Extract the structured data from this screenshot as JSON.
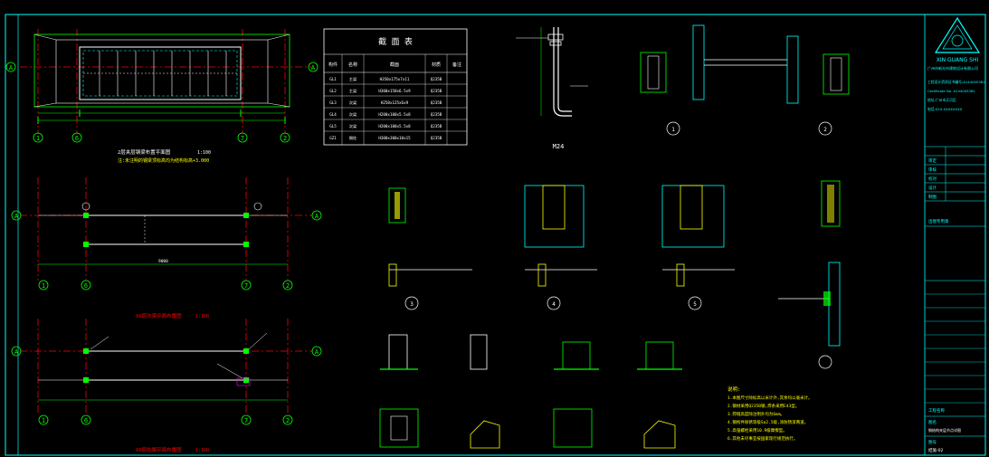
{
  "drawing": {
    "axis_labels": {
      "row_a": "A",
      "col_1": "1",
      "col_6": "6",
      "col_7": "7",
      "col_2": "2"
    },
    "plan1": {
      "title": "2层夹层钢梁布置平面图",
      "title_scale": "1:100",
      "note": "注:未注明的钢梁顶标高均为结构标高+3.000"
    },
    "plan2": {
      "dim_center": "9000"
    },
    "plan3": {
      "title": "XX层次梁平面布置图",
      "title_scale": "1:100"
    },
    "plan4": {
      "title": "XX层柱脚平面布置图",
      "title_scale": "1:100"
    },
    "table": {
      "title": "截 面 表",
      "headers": [
        "构件",
        "名称",
        "截面",
        "材质",
        "备注"
      ],
      "rows": [
        [
          "GL1",
          "主梁",
          "H350x175x7x11",
          "Q235B",
          ""
        ],
        [
          "GL2",
          "主梁",
          "H300x150x6.5x9",
          "Q235B",
          ""
        ],
        [
          "GL3",
          "次梁",
          "H250x125x6x9",
          "Q235B",
          ""
        ],
        [
          "GL4",
          "次梁",
          "H200x100x5.5x8",
          "Q235B",
          ""
        ],
        [
          "GL5",
          "次梁",
          "H200x100x5.5x8",
          "Q235B",
          ""
        ],
        [
          "GZ1",
          "钢柱",
          "H300x300x10x15",
          "Q235B",
          ""
        ]
      ]
    },
    "anchor": {
      "label": "M24"
    },
    "detail_numbers": [
      "1",
      "2",
      "3",
      "4",
      "5"
    ],
    "notes": {
      "heading": "说明:",
      "lines": [
        "1.本图尺寸除标高以米计外,其余均以毫米计。",
        "2.钢材采用Q235B钢,焊条采用E43型。",
        "3.焊缝高度除注明外均为6mm。",
        "4.钢构件除锈等级Sa2.5级,涂防锈漆两道。",
        "5.高强螺栓采用10.9级摩擦型。",
        "6.其他未尽事宜按国家现行规范执行。"
      ]
    }
  },
  "title_block": {
    "company_en": "XIN GUANG SHI",
    "company_cn": "广州市新光市建筑设计有限公司",
    "cert_lines": [
      "工程设计资质证书编号:A144005381",
      "Certificate No. A144005381",
      "地址:广州市天河区",
      "电话:020-XXXXXXXX"
    ],
    "fields": [
      "审定",
      "审核",
      "校对",
      "设计",
      "制图"
    ],
    "stamp_label": "出图专用章",
    "project_label": "工程名称",
    "drawing_label": "图名",
    "drawing_name": "钢结构夹层节点详图",
    "sheet_no_label": "图号",
    "sheet_no": "结施-02"
  },
  "colors": {
    "background": "#000000",
    "frame": "#00ffff",
    "axis_line": "#ff0000",
    "dimension": "#00ff00",
    "steel": "#ffff00",
    "text": "#ffffff",
    "member_fill": "#00ffff",
    "highlight": "#ff00ff"
  }
}
